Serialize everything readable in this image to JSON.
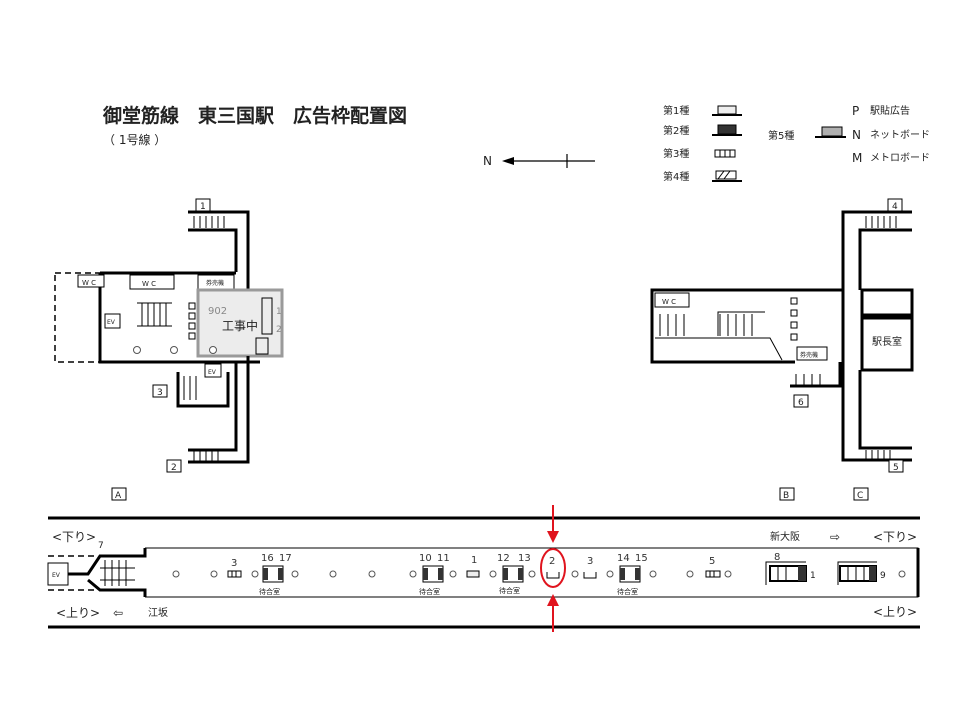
{
  "title": "御堂筋線　東三国駅　広告枠配置図",
  "subtitle": "（ 1号線 ）",
  "compass": "N",
  "legend": {
    "type1": "第1種",
    "type2": "第2種",
    "type3": "第3種",
    "type4": "第4種",
    "type5": "第5種",
    "p": "P",
    "p_label": "駅貼広告",
    "n": "N",
    "n_label": "ネットボード",
    "m": "M",
    "m_label": "メトロボード"
  },
  "concourse_left": {
    "wc1": "W C",
    "wc2": "W C",
    "ticket": "券売機",
    "ev1": "EV",
    "ev2": "EV",
    "construction_number": "902",
    "construction_label": "工事中",
    "construction_n1": "1",
    "construction_n2": "2",
    "exit1": "1",
    "exit2": "2",
    "exit3": "3",
    "area_a": "A"
  },
  "concourse_right": {
    "wc": "W C",
    "ticket": "券売機",
    "station_master": "駅長室",
    "exit4": "4",
    "exit5": "5",
    "exit6": "6",
    "area_b": "B",
    "area_c": "C"
  },
  "platform": {
    "down_left": "<下り>",
    "stair7": "7",
    "ev": "EV",
    "up_left": "<上り>",
    "up_arrow": "⇦",
    "esaka": "江坂",
    "shin_osaka": "新大阪",
    "down_arrow": "⇨",
    "down_right": "<下り>",
    "up_right": "<上り>",
    "ads": {
      "a3_left": "3",
      "wr1_a": "16",
      "wr1_b": "17",
      "wr1_label": "待合室",
      "wr2_a": "10",
      "wr2_b": "11",
      "wr2_label": "待合室",
      "a1": "1",
      "wr3_a": "12",
      "wr3_b": "13",
      "wr3_label": "待合室",
      "a2": "2",
      "a3_right": "3",
      "wr4_a": "14",
      "wr4_b": "15",
      "wr4_label": "待合室",
      "a5": "5",
      "stair8": "8",
      "stair8_n": "1",
      "stair9": "9"
    }
  },
  "colors": {
    "highlight": "#e0141e",
    "construction": "#9a9a9a",
    "type5_fill": "#b0b0b0"
  }
}
